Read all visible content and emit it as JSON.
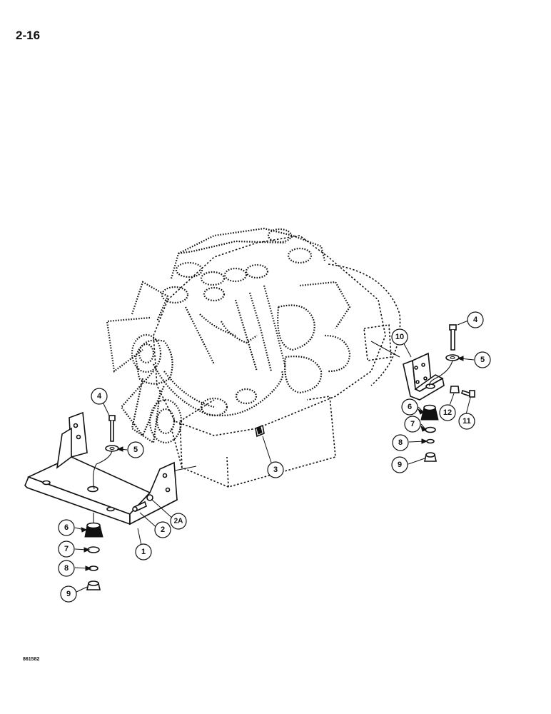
{
  "page_number": "2-16",
  "figure_code": "861582",
  "callouts": [
    {
      "id": "c1",
      "label": "1"
    },
    {
      "id": "c2",
      "label": "2"
    },
    {
      "id": "c2a",
      "label": "2A"
    },
    {
      "id": "c3",
      "label": "3"
    },
    {
      "id": "c4l",
      "label": "4"
    },
    {
      "id": "c5l",
      "label": "5"
    },
    {
      "id": "c6l",
      "label": "6"
    },
    {
      "id": "c7l",
      "label": "7"
    },
    {
      "id": "c8l",
      "label": "8"
    },
    {
      "id": "c9l",
      "label": "9"
    },
    {
      "id": "c4r",
      "label": "4"
    },
    {
      "id": "c5r",
      "label": "5"
    },
    {
      "id": "c6r",
      "label": "6"
    },
    {
      "id": "c7r",
      "label": "7"
    },
    {
      "id": "c8r",
      "label": "8"
    },
    {
      "id": "c9r",
      "label": "9"
    },
    {
      "id": "c10",
      "label": "10"
    },
    {
      "id": "c11",
      "label": "11"
    },
    {
      "id": "c12",
      "label": "12"
    }
  ]
}
